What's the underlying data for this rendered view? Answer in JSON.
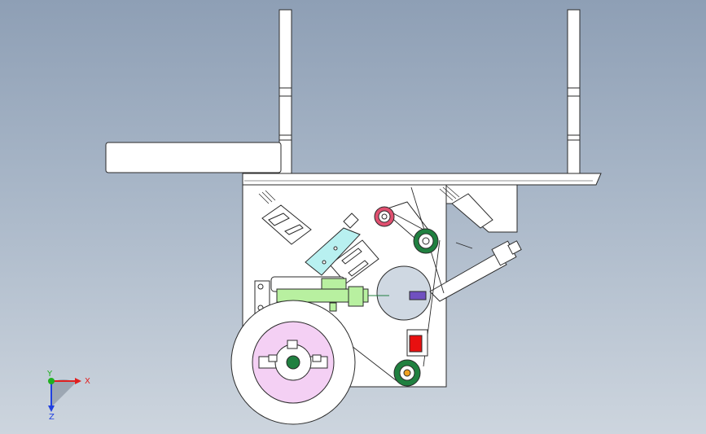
{
  "triad": {
    "x_label": "X",
    "y_label": "Y",
    "z_label": "Z",
    "x_color": "#e02020",
    "y_color": "#20b020",
    "z_color": "#2040e0"
  },
  "colors": {
    "steel": "#ffffff",
    "outline": "#2a2a2a",
    "part_green": "#b8f0a0",
    "part_cyan": "#b8f0f0",
    "hub_pink": "#f4d0f4",
    "roller_red": "#e05070",
    "roller_green": "#208040",
    "block_red": "#e81010",
    "purple": "#7050c0",
    "orange": "#f0a020"
  }
}
